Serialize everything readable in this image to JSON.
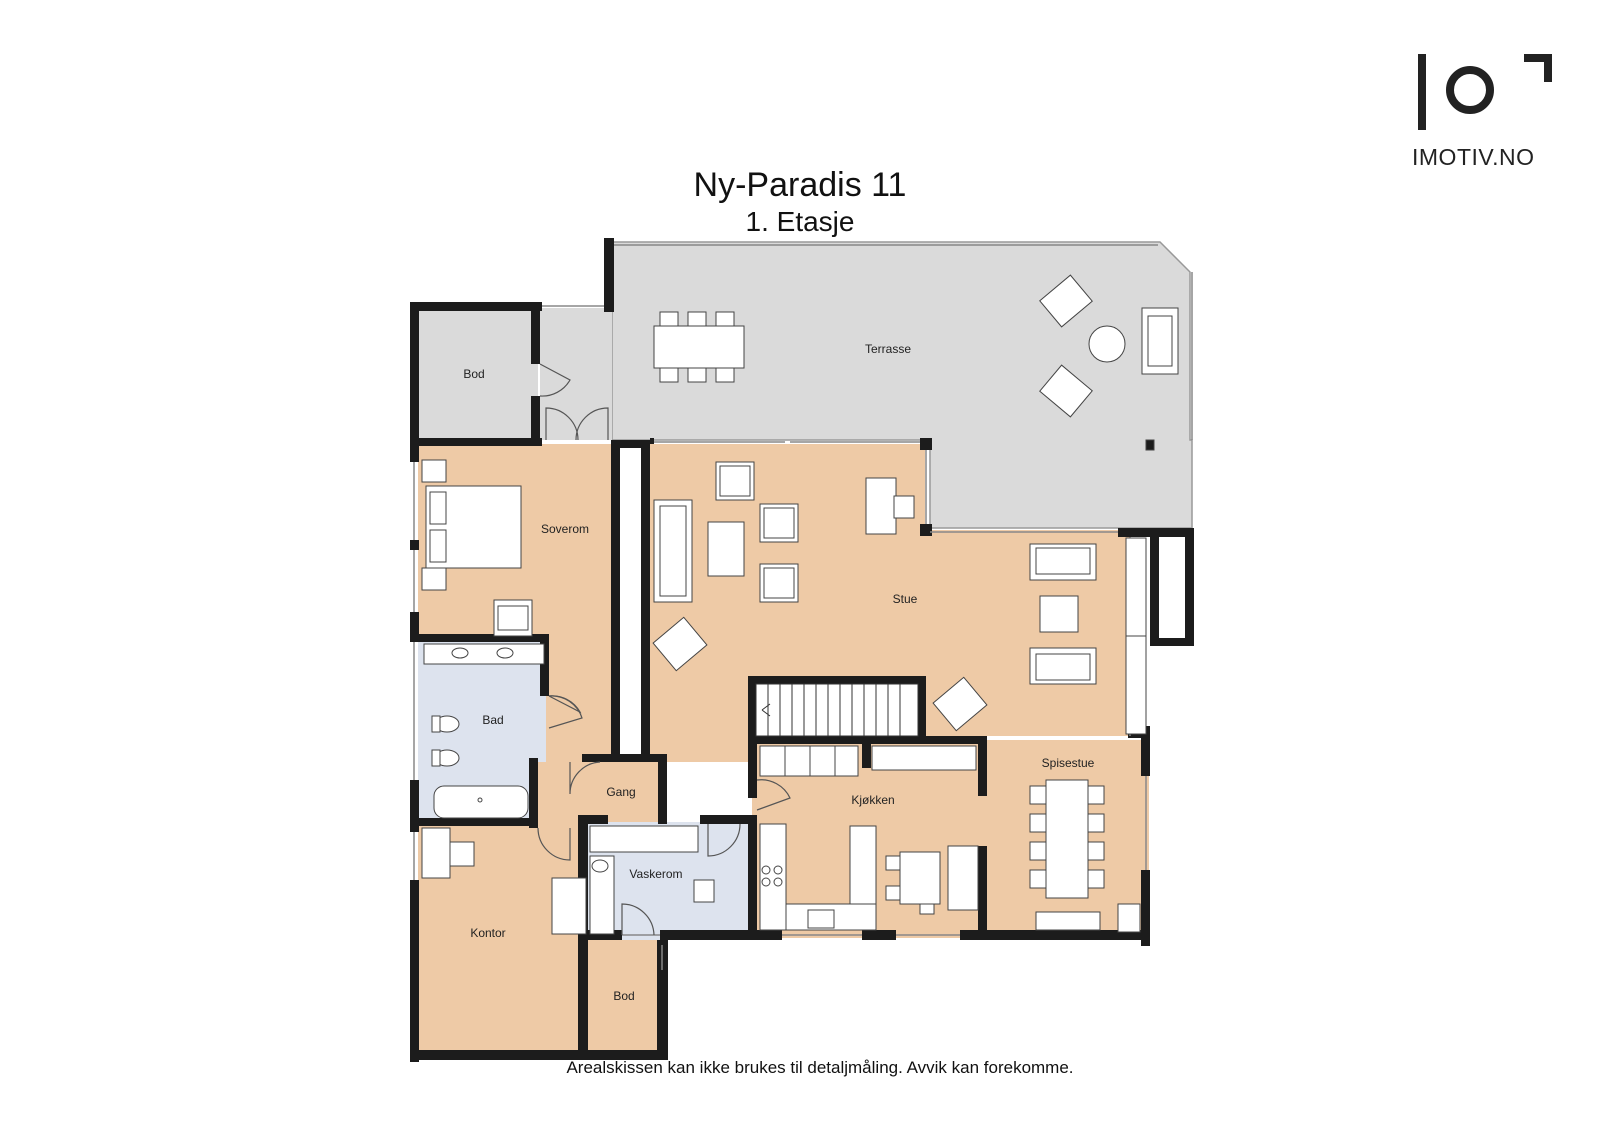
{
  "header": {
    "title": "Ny-Paradis 11",
    "subtitle": "1. Etasje"
  },
  "logo": {
    "text": "IMOTIV.NO"
  },
  "disclaimer": "Arealskissen kan ikke brukes til detaljmåling. Avvik kan forekomme.",
  "rooms": {
    "terrasse": "Terrasse",
    "bod_top": "Bod",
    "soverom": "Soverom",
    "stue": "Stue",
    "bad": "Bad",
    "gang": "Gang",
    "kjokken": "Kjøkken",
    "spisestue": "Spisestue",
    "vaskerom": "Vaskerom",
    "kontor": "Kontor",
    "bod_bottom": "Bod"
  },
  "colors": {
    "wall": "#1c1c1c",
    "living_floor": "#eecaa6",
    "wet_floor": "#dde3ee",
    "terrace_floor": "#dadada",
    "storage_floor": "#dadada",
    "furniture": "#ffffff"
  }
}
